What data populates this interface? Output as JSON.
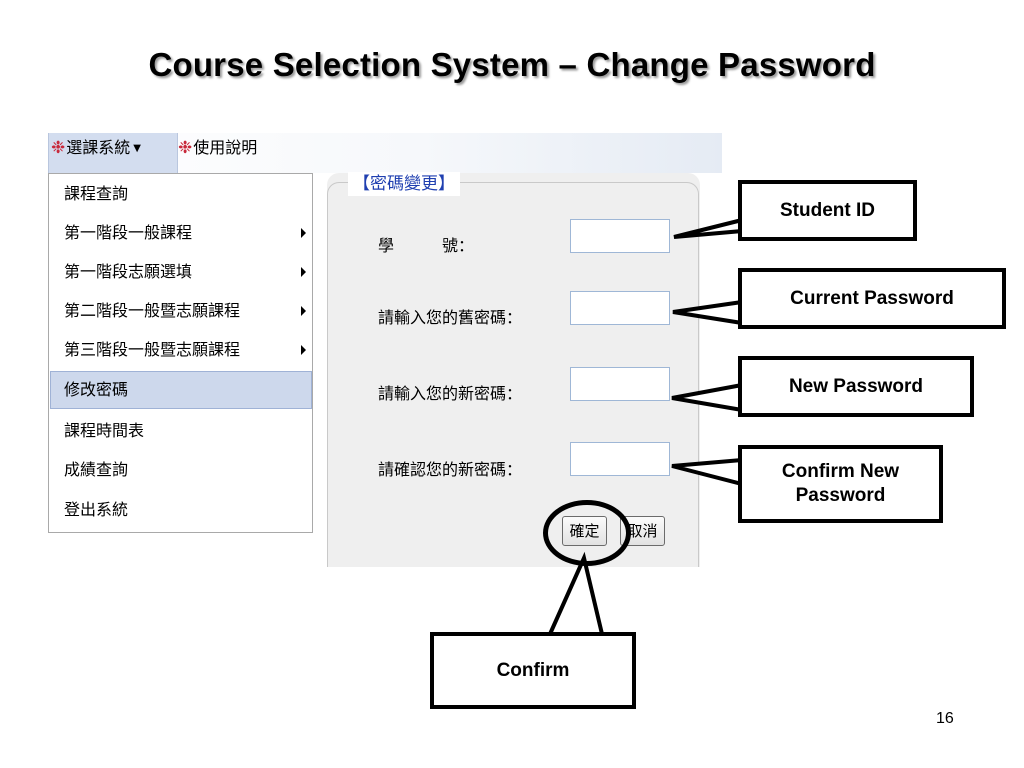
{
  "slide": {
    "title": "Course Selection System – Change Password",
    "page_number": "16"
  },
  "menubar": {
    "items": [
      {
        "label": "選課系統",
        "icon": "snowflake-icon",
        "has_caret": true
      },
      {
        "label": "使用說明",
        "icon": "snowflake-icon",
        "has_caret": false
      }
    ],
    "caret": "▼",
    "flake": "❉"
  },
  "dropdown": {
    "items": [
      {
        "label": "課程查詢",
        "submenu": false
      },
      {
        "label": "第一階段一般課程",
        "submenu": true
      },
      {
        "label": "第一階段志願選填",
        "submenu": true
      },
      {
        "label": "第二階段一般暨志願課程",
        "submenu": true
      },
      {
        "label": "第三階段一般暨志願課程",
        "submenu": true
      },
      {
        "label": "修改密碼",
        "submenu": false,
        "selected": true
      },
      {
        "label": "課程時間表",
        "submenu": false
      },
      {
        "label": "成績查詢",
        "submenu": false
      },
      {
        "label": "登出系統",
        "submenu": false
      }
    ]
  },
  "form": {
    "legend": "【密碼變更】",
    "fields": {
      "student_id_label": "學　　　號：",
      "current_password_label": "請輸入您的舊密碼：",
      "new_password_label": "請輸入您的新密碼：",
      "confirm_password_label": "請確認您的新密碼：",
      "student_id_value": "",
      "current_password_value": "",
      "new_password_value": "",
      "confirm_password_value": ""
    },
    "confirm_button": "確定",
    "cancel_button": "取消"
  },
  "callouts": {
    "student_id": "Student ID",
    "current_password": "Current Password",
    "new_password": "New Password",
    "confirm_new_password_line1": "Confirm New",
    "confirm_new_password_line2": "Password",
    "confirm": "Confirm"
  },
  "colors": {
    "legend": "#1f3fb0",
    "flake": "#c8283a",
    "selected_row": "#cdd8ec",
    "panel": "#efefef"
  }
}
